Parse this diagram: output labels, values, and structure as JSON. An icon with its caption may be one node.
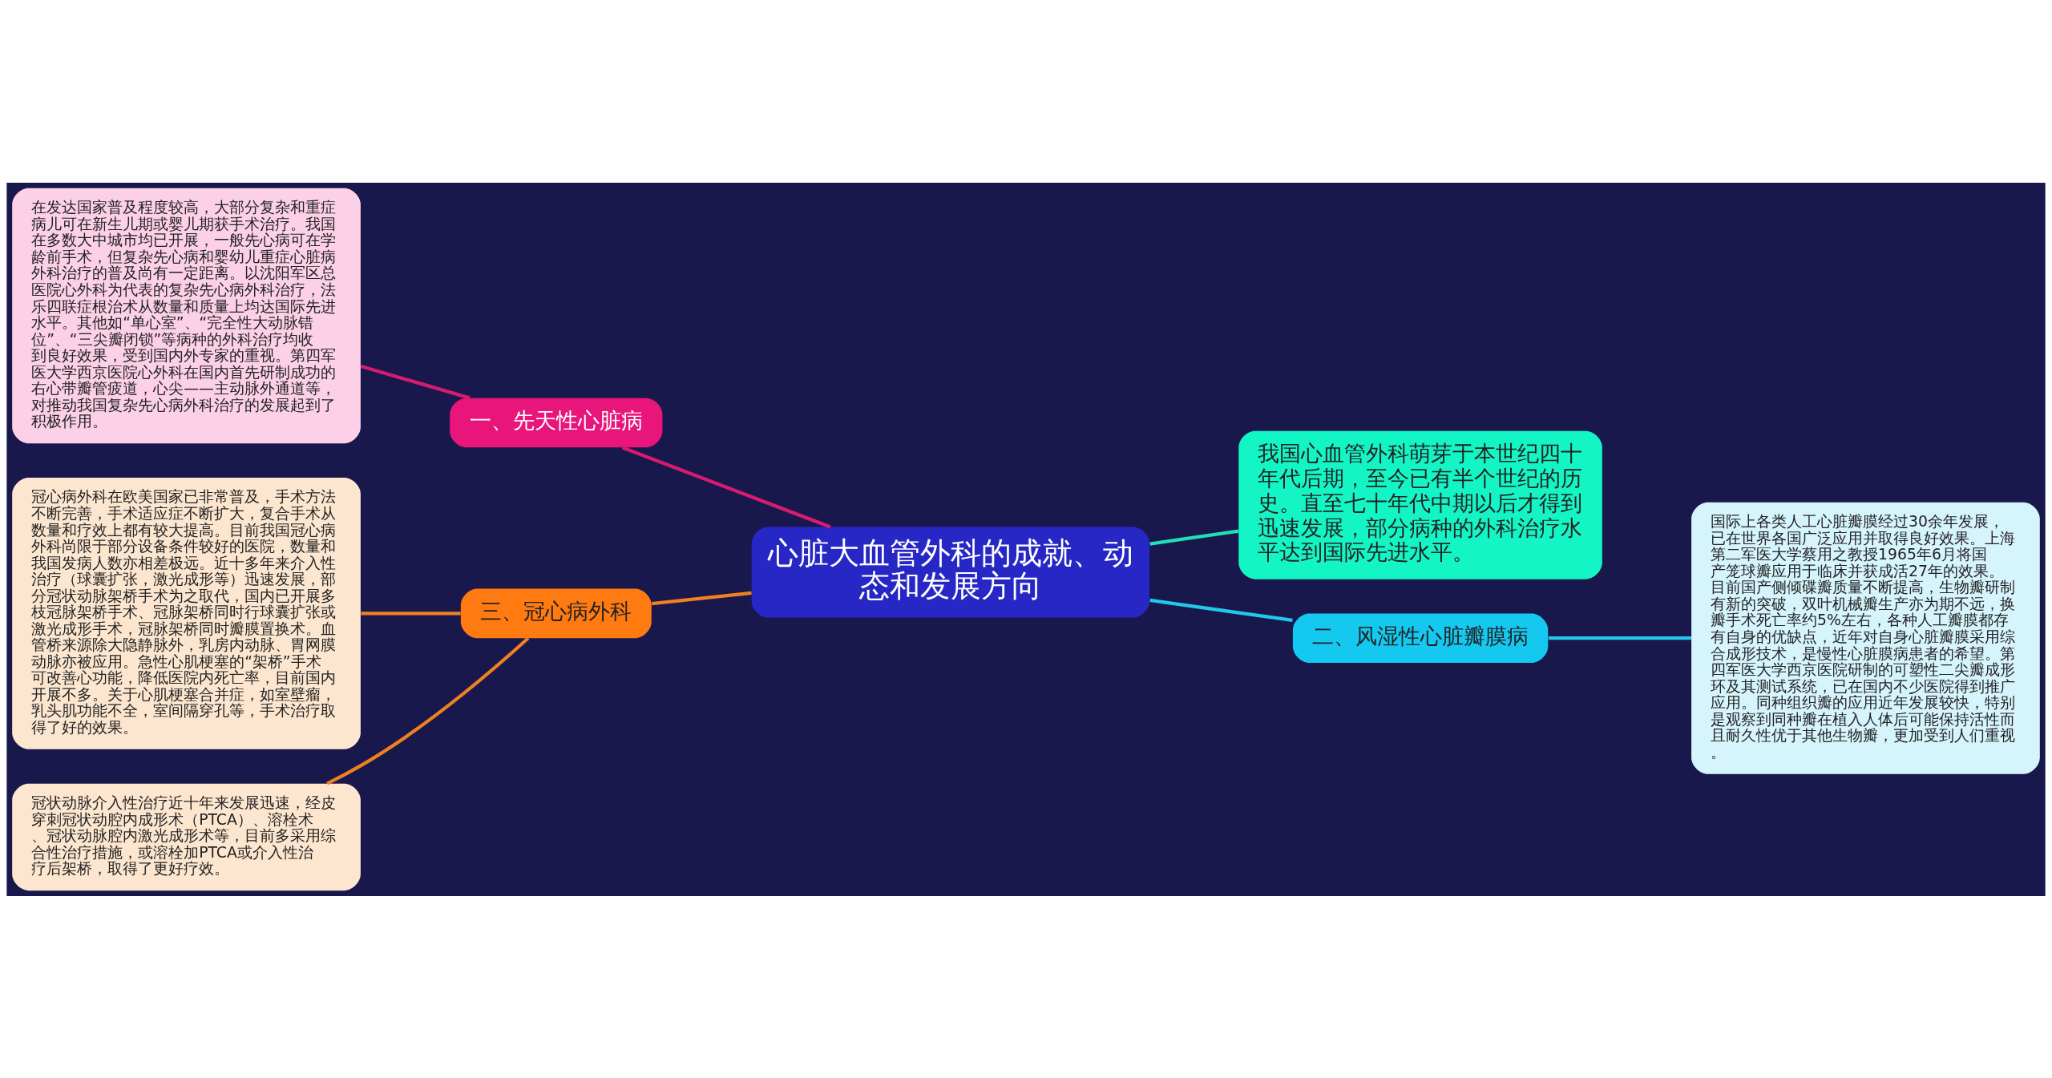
{
  "diagram": {
    "nodes": [
      {
        "text": [
          "心脏大血管外科的成就、动态和发展方向"
        ]
      },
      {
        "text": [
          "一、先天性心脏病"
        ]
      },
      {
        "text": [
          "在发达国家普及程度较高，大部分复杂和重症病儿可在新生儿期或婴儿期获手术治疗。我国在多数大中城市均已开展，一般先心病可在学龄前手术，但复杂先心病和婴幼儿重症心脏病外科治疗的普及尚有一定距离。以沈阳军区总医院心外科为代表的复杂先心病外科治疗，法乐四联症根治术从数量和质量上均达国际先进水平。其他如“单心室”、“完全性大动脉错位”、“三尖瓣闭锁”等病种的外科治疗均收到良好效果，受到国内外专家的重视。第四军医大学西京医院心外科在国内首先研制成功的右心带瓣管疲道，心尖——主动脉外通道等，对推动我国复杂先心病外科治疗的发展起到了积极作用。"
        ]
      },
      {
        "text": [
          "我国心血管外科萌芽于本世纪四十年代后期，至今已有半个世纪的历史。直至七十年代中期以后才得到迅速发展，部分病种的外科治疗水平达到国际先进水平。"
        ]
      },
      {
        "text": [
          "二、风湿性心脏瓣膜病"
        ]
      },
      {
        "text": [
          "国际上各类人工心脏瓣膜经过30余年发展，已在世界各国广泛应用并取得良好效果。上海第二军医大学蔡用之教授1965年6月将国产笼球瓣应用于临床并获成活27年的效果。目前国产侧倾碟瓣质量不断提高，生物瓣研制有新的突破，双叶机械瓣生产亦为期不远，换瓣手术死亡率约5%左右，各种人工瓣膜都存有自身的优缺点，近年对自身心脏瓣膜采用综合成形技术，是慢性心脏膜病患者的希望。第四军医大学西京医院研制的可塑性二尖瓣成形环及其测试系统，已在国内不少医院得到推广应用。同种组织瓣的应用近年发展较快，特别是观察到同种瓣在植入人体后可能保持活性而且耐久性优于其他生物瓣，更加受到人们重视。"
        ]
      },
      {
        "text": [
          "三、冠心病外科"
        ]
      },
      {
        "text": [
          "冠心病外科在欧美国家已非常普及，手术方法不断完善，手术适应症不断扩大，复合手术从数量和疗效上都有较大提高。目前我国冠心病外科尚限于部分设备条件较好的医院，数量和我国发病人数亦相差极远。近十多年来介入性治疗（球囊扩张，激光成形等）迅速发展，部分冠状动脉架桥手术为之取代，国内已开展多枝冠脉架桥手术、冠脉架桥同时行球囊扩张或激光成形手术，冠脉架桥同时瓣膜置换术。血管桥来源除大隐静脉外，乳房内动脉、胃网膜动脉亦被应用。急性心肌梗塞的“架桥”手术可改善心功能，降低医院内死亡率，目前国内开展不多。关于心肌梗塞合并症，如室壁瘤，乳头肌功能不全，室间隔穿孔等，手术治疗取得了好的效果。"
        ]
      },
      {
        "text": [
          "冠状动脉介入性治疗近十年来发展迅速，经皮穿刺冠状动腔内成形术（PTCA）、溶栓术、冠状动脉腔内激光成形术等，目前多采用综合性治疗措施，或溶栓加PTCA或介入性治疗后架桥，取得了更好疗效。"
        ]
      }
    ],
    "edges": [
      {
        "from": 0,
        "to": 1,
        "arrow": "none",
        "color": "#d81b72"
      },
      {
        "from": 1,
        "to": 2,
        "arrow": "none",
        "color": "#d81b72"
      },
      {
        "from": 0,
        "to": 3,
        "arrow": "none",
        "color": "#1fe0b8"
      },
      {
        "from": 0,
        "to": 4,
        "arrow": "none",
        "color": "#22c8ea"
      },
      {
        "from": 4,
        "to": 5,
        "arrow": "none",
        "color": "#22c8ea"
      },
      {
        "from": 0,
        "to": 6,
        "arrow": "none",
        "color": "#f08020"
      },
      {
        "from": 6,
        "to": 7,
        "arrow": "none",
        "color": "#f08020"
      },
      {
        "from": 6,
        "to": 8,
        "arrow": "none",
        "color": "#f08020"
      }
    ]
  }
}
